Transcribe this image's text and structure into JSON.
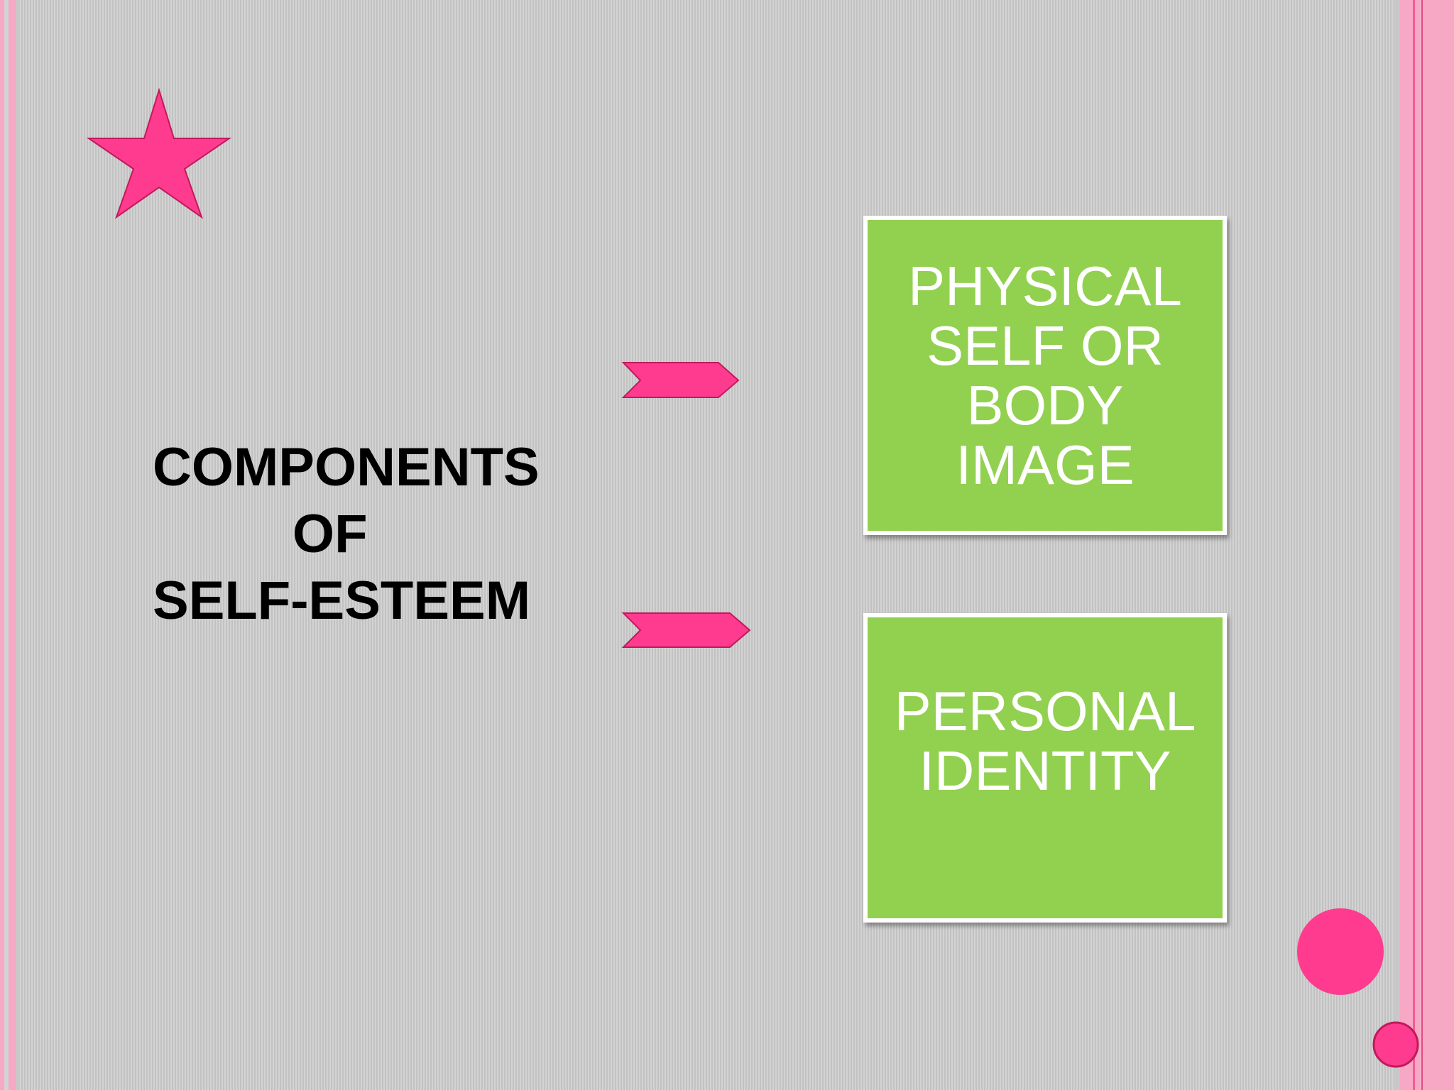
{
  "title": {
    "line1": "COMPONENTS",
    "line2": "OF",
    "line3": "SELF-ESTEEM"
  },
  "components": [
    {
      "line1": "PHYSICAL",
      "line2": "SELF OR",
      "line3": "BODY",
      "line4": "IMAGE"
    },
    {
      "line1": "PERSONAL",
      "line2": "IDENTITY"
    }
  ],
  "colors": {
    "accent_pink": "#ff3b8f",
    "box_green": "#92d050",
    "box_border": "#ffffff",
    "text_dark": "#000000"
  },
  "icons": [
    "star-icon",
    "chevron-arrow-icon",
    "circle-decoration"
  ]
}
